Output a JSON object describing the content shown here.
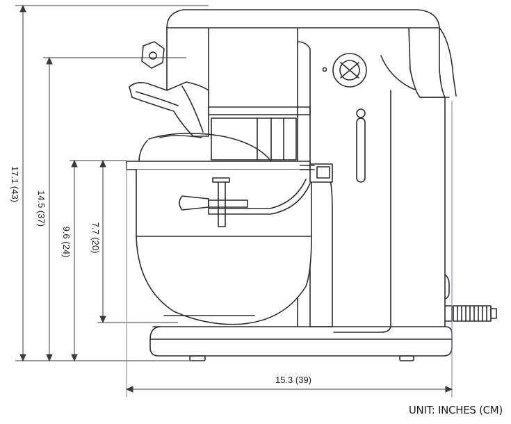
{
  "dimensions": {
    "overall_height": "17.1 (43)",
    "head_height": "14.5 (37)",
    "bowl_top_height": "9.6 (24)",
    "bowl_depth": "7.7 (20)",
    "overall_width": "15.3 (39)"
  },
  "unit_label": "UNIT: INCHES (CM)",
  "colors": {
    "outline": "#2b2b2b",
    "dimension_line": "#3a3a3a",
    "accent_line": "#7a7ac0"
  }
}
